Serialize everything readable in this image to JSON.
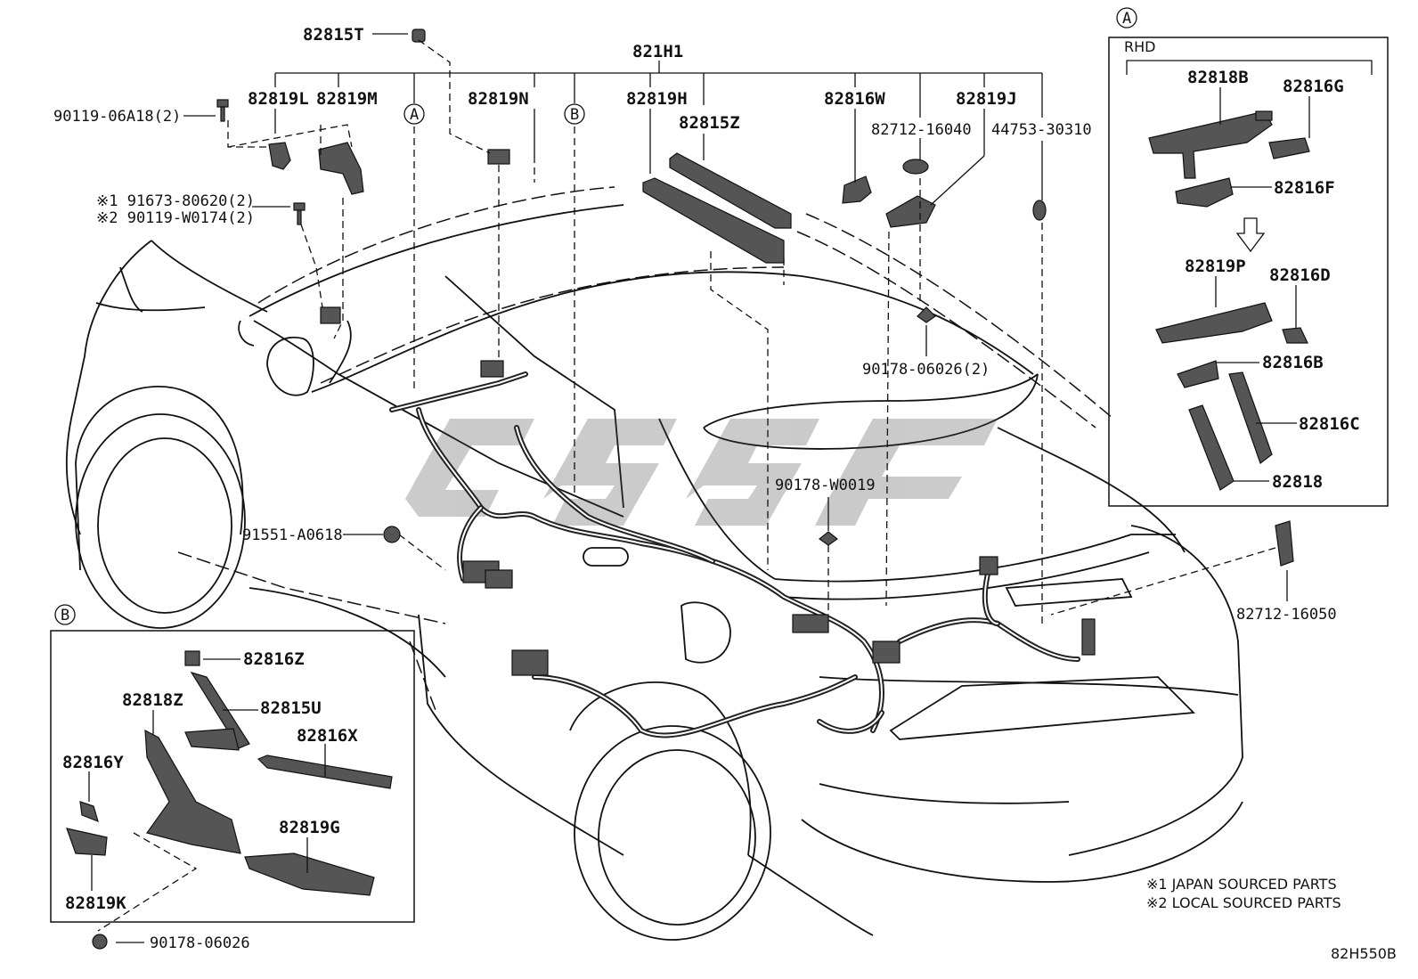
{
  "diagram": {
    "parts": {
      "p82815T": "82815T",
      "p821H1": "821H1",
      "p82819L": "82819L",
      "p82819M": "82819M",
      "p82819N": "82819N",
      "p82819H": "82819H",
      "p82815Z": "82815Z",
      "p82816W": "82816W",
      "p82819J": "82819J",
      "p82712_16040": "82712-16040",
      "p44753_30310": "44753-30310",
      "p90119_06A18": "90119-06A18(2)",
      "p91673_80620": "※1 91673-80620(2)",
      "p90119_W0174": "※2 90119-W0174(2)",
      "p90178_06026_2": "90178-06026(2)",
      "p90178_W0019": "90178-W0019",
      "p91551_A0618": "91551-A0618",
      "p82712_16050": "82712-16050",
      "p90178_06026": "90178-06026",
      "p82818B": "82818B",
      "p82816G": "82816G",
      "p82816F": "82816F",
      "p82819P": "82819P",
      "p82816D": "82816D",
      "p82816B": "82816B",
      "p82816C": "82816C",
      "p82818": "82818",
      "p82816Z": "82816Z",
      "p82818Z": "82818Z",
      "p82815U": "82815U",
      "p82816X": "82816X",
      "p82816Y": "82816Y",
      "p82819G": "82819G",
      "p82819K": "82819K"
    },
    "callouts": {
      "a": "A",
      "b": "B"
    },
    "inset_a": {
      "marker": "A",
      "rhd_label": "RHD"
    },
    "inset_b": {
      "marker": "B"
    },
    "notes": {
      "japan": "※1 JAPAN SOURCED PARTS",
      "local": "※2 LOCAL SOURCED PARTS"
    },
    "figure_code": "82H550B"
  }
}
